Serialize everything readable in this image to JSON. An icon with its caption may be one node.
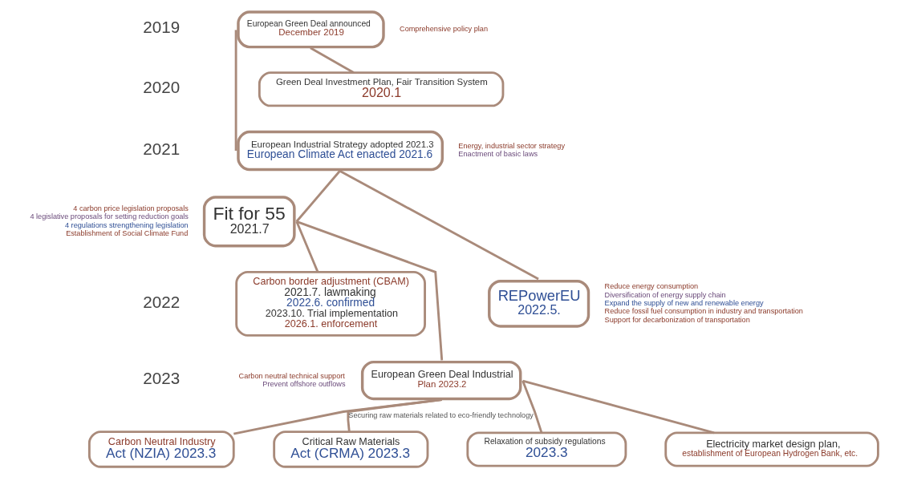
{
  "diagram": {
    "nodes": [
      {
        "text": [
          "European Green Deal announced",
          "December 2019"
        ],
        "beside": [
          "Comprehensive policy plan"
        ]
      },
      {
        "text": [
          "Green Deal Investment Plan, Fair Transition System",
          "2020.1"
        ]
      },
      {
        "text": [
          "European Industrial Strategy adopted 2021.3",
          "European Climate Act enacted 2021.6"
        ],
        "beside": [
          "Energy, industrial sector strategy",
          "Enactment of basic laws"
        ]
      },
      {
        "text": [
          "Fit for 55",
          "2021.7"
        ],
        "beside": [
          "4 carbon price legislation proposals",
          "4 legislative proposals for setting reduction goals",
          "4 regulations strengthening legislation",
          "Establishment of Social Climate Fund"
        ]
      },
      {
        "text": [
          "Carbon border adjustment (CBAM)",
          "2021.7. lawmaking",
          "2022.6. confirmed",
          "2023.10. Trial implementation",
          "2026.1. enforcement"
        ]
      },
      {
        "text": [
          "REPowerEU",
          "2022.5."
        ],
        "beside": [
          "Reduce energy consumption",
          "Diversification of energy supply chain",
          "Expand the supply of new and renewable energy",
          "Reduce fossil fuel consumption in industry and transportation",
          "Support for decarbonization of transportation"
        ]
      },
      {
        "text": [
          "European Green Deal Industrial",
          "Plan 2023.2"
        ],
        "beside": [
          "Carbon neutral technical support",
          "Prevent offshore outflows"
        ]
      },
      {
        "text": [
          "Carbon Neutral Industry",
          "Act (NZIA) 2023.3"
        ]
      },
      {
        "text": [
          "Critical Raw Materials",
          "Act (CRMA) 2023.3"
        ]
      },
      {
        "text": [
          "Relaxation of subsidy regulations",
          "2023.3"
        ]
      },
      {
        "text": [
          "Electricity market design plan,",
          "establishment of European Hydrogen Bank, etc."
        ]
      }
    ],
    "edges": [
      {
        "from": 0,
        "to": 1,
        "arrow": "none"
      },
      {
        "from": 0,
        "to": 2,
        "arrow": "none"
      },
      {
        "from": 2,
        "to": 3,
        "arrow": "none"
      },
      {
        "from": 2,
        "to": 5,
        "arrow": "none"
      },
      {
        "from": 3,
        "to": 4,
        "arrow": "none"
      },
      {
        "from": 3,
        "to": 6,
        "arrow": "none"
      },
      {
        "from": 6,
        "to": 7,
        "arrow": "none"
      },
      {
        "from": 6,
        "to": 8,
        "arrow": "none",
        "label": "Securing raw materials related to eco-friendly technology"
      },
      {
        "from": 6,
        "to": 9,
        "arrow": "none"
      },
      {
        "from": 6,
        "to": 10,
        "arrow": "none"
      }
    ],
    "labels": [
      "2019",
      "2020",
      "2021",
      "2022",
      "2023"
    ]
  }
}
